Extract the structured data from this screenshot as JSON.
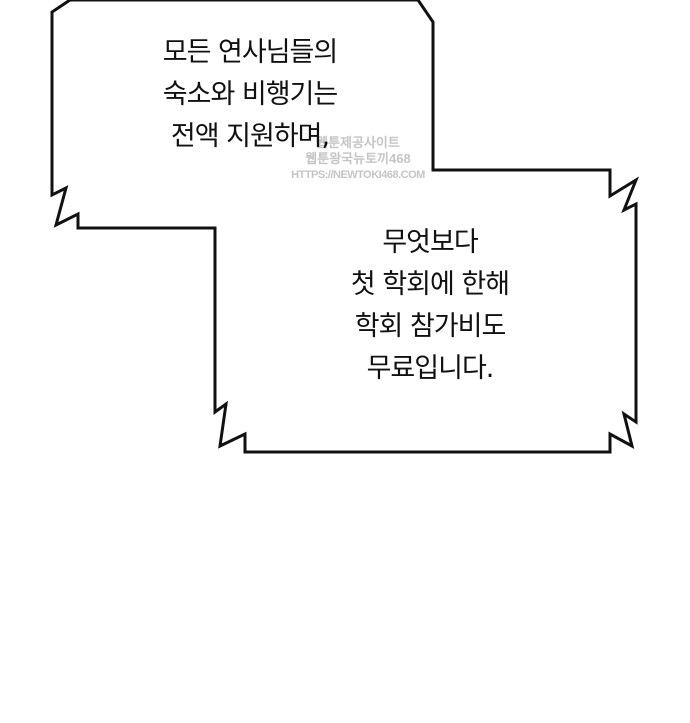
{
  "bubble_1": {
    "lines": [
      "모든 연사님들의",
      "숙소와 비행기는",
      "전액 지원하며,"
    ]
  },
  "bubble_2": {
    "lines": [
      "무엇보다",
      "첫 학회에 한해",
      "학회 참가비도",
      "무료입니다."
    ]
  },
  "watermark": {
    "line1": "웹툰제공사이트",
    "line2": "웹툰왕국뉴토끼468",
    "url": "HTTPS://NEWTOKI468.COM"
  }
}
